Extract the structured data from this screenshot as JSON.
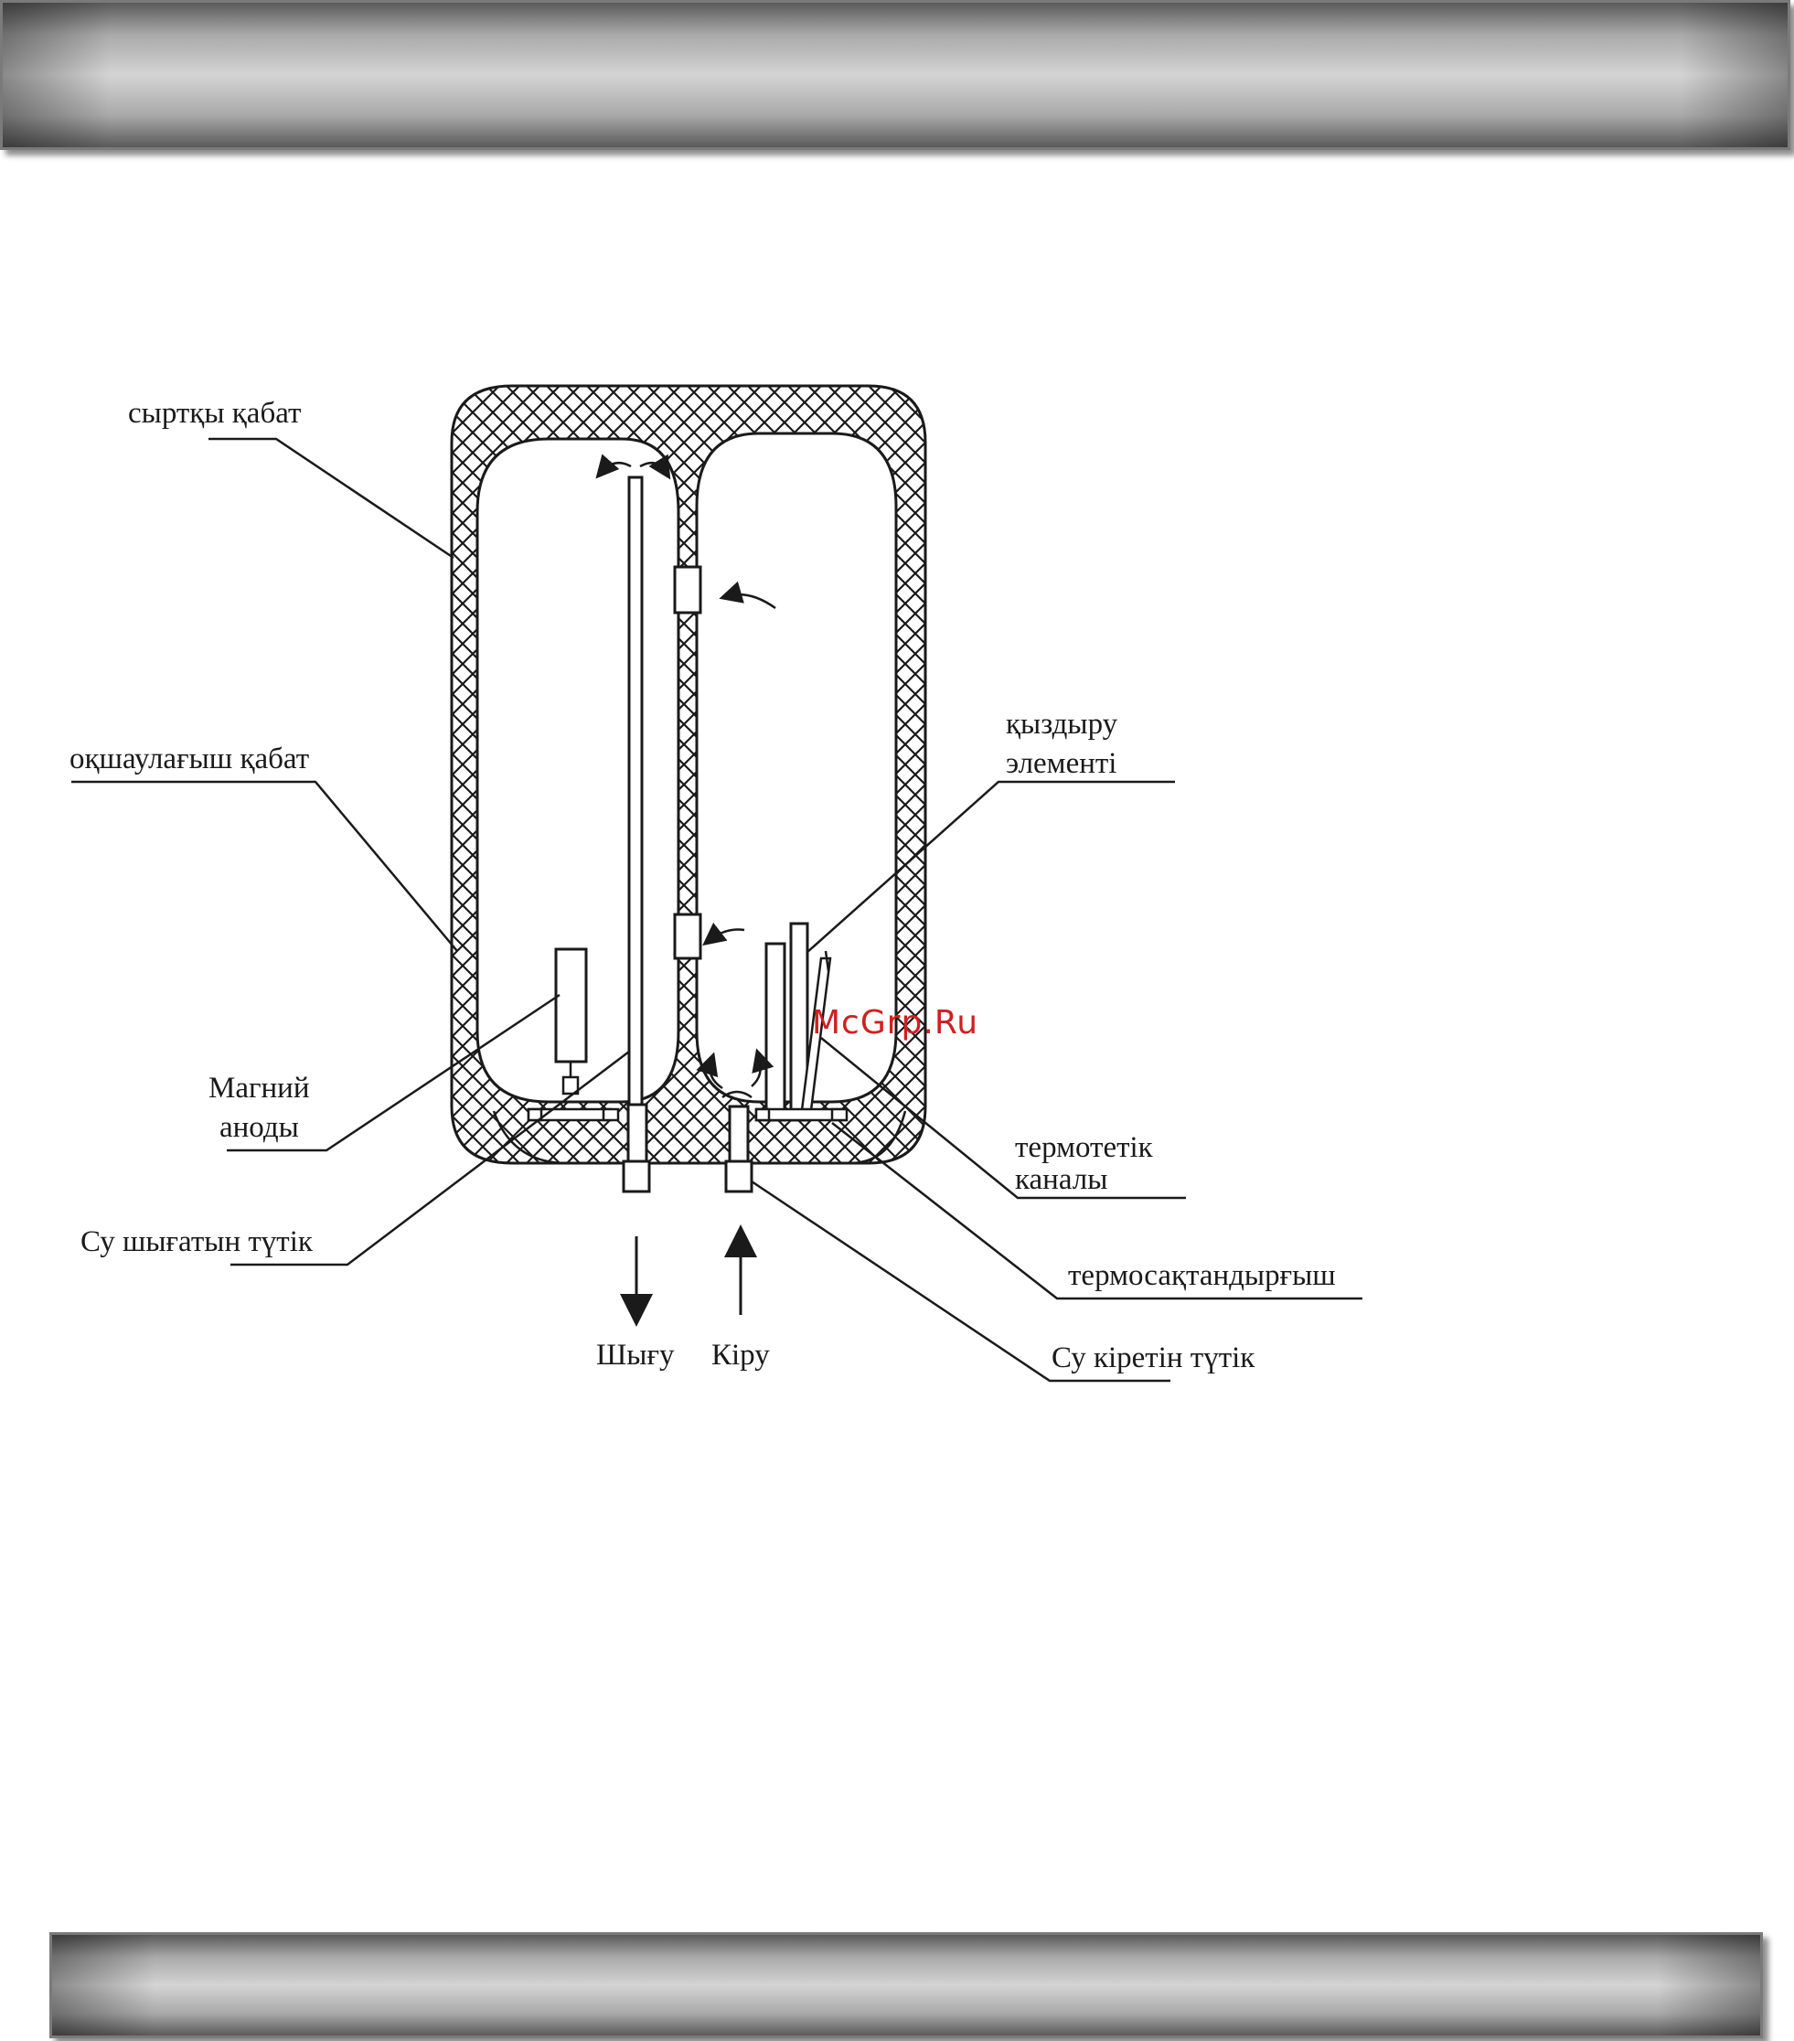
{
  "labels": {
    "outer_layer": "сыртқы қабат",
    "insulation_layer": "оқшаулағыш қабат",
    "magnesium_anode_line1": "Магний",
    "magnesium_anode_line2": "аноды",
    "outlet_pipe": "Су шығатын түтік",
    "heating_element_line1": "қыздыру",
    "heating_element_line2": "элементі",
    "thermostat_channel_line1": "термотетік",
    "thermostat_channel_line2": "каналы",
    "thermal_fuse": "термосақтандырғыш",
    "inlet_pipe": "Су кіретін түтік",
    "outlet_arrow": "Шығу",
    "inlet_arrow": "Кіру"
  },
  "watermark": "McGrp.Ru"
}
